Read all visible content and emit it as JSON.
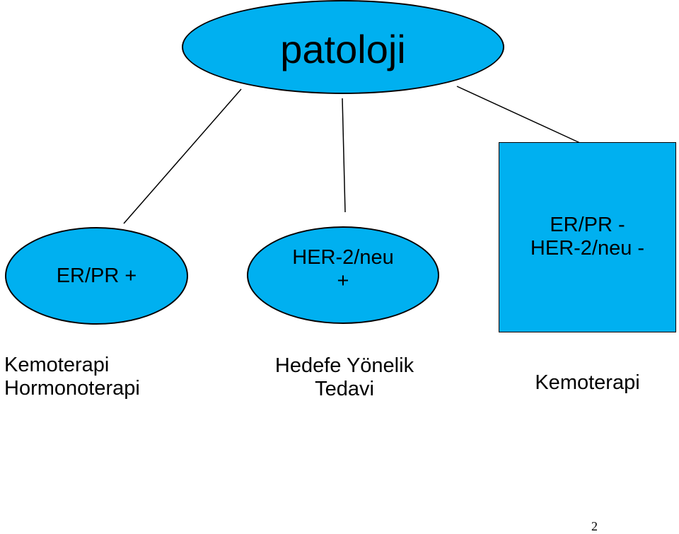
{
  "root": {
    "label": "patoloji"
  },
  "nodes": [
    {
      "lines": [
        "ER/PR +"
      ],
      "treatment": [
        "Kemoterapi",
        "Hormonoterapi"
      ]
    },
    {
      "lines": [
        "HER-2/neu",
        "+"
      ],
      "treatment": [
        "Hedefe Yönelik",
        "Tedavi"
      ]
    },
    {
      "lines": [
        "ER/PR -",
        "HER-2/neu -"
      ],
      "treatment": [
        "Kemoterapi"
      ]
    }
  ],
  "colors": {
    "node_fill": "#00b0f0",
    "outline": "#000000",
    "connector": "#000000"
  },
  "page_number": "2"
}
